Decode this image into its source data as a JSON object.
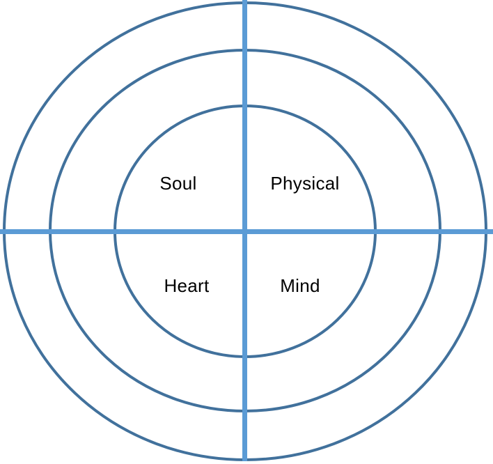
{
  "diagram": {
    "type": "concentric-quadrant",
    "rings_count": 3,
    "quadrants": [
      {
        "label": "Soul",
        "position": "top-left"
      },
      {
        "label": "Physical",
        "position": "top-right"
      },
      {
        "label": "Heart",
        "position": "bottom-left"
      },
      {
        "label": "Mind",
        "position": "bottom-right"
      }
    ],
    "colors": {
      "ring_stroke": "#41719C",
      "axis_line": "#5B9BD5",
      "label_text": "#000000",
      "background": "#FFFFFF"
    }
  }
}
